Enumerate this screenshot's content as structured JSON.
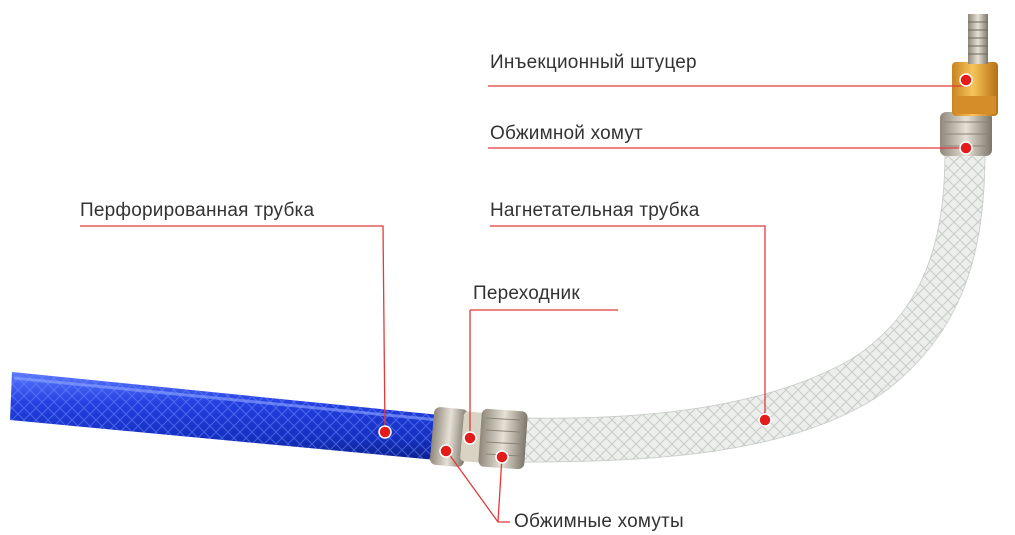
{
  "labels": {
    "injection_fitting": "Инъекционный штуцер",
    "crimp_clamp": "Обжимной хомут",
    "perforated_tube": "Перфорированная трубка",
    "pressure_tube": "Нагнетательная трубка",
    "adapter": "Переходник",
    "crimp_clamps": "Обжимные хомуты"
  },
  "colors": {
    "leader_line": "#e23a3a",
    "marker_dot": "#e41b1b",
    "perforated_tube": "#1f3fd6",
    "pressure_tube": "#e8ebe9",
    "brass_fitting": "#e2a23c",
    "crimp_metal": "#b8b2a3"
  },
  "icons": {
    "marker": "red-dot-marker",
    "bolt": "hex-bolt-icon"
  }
}
